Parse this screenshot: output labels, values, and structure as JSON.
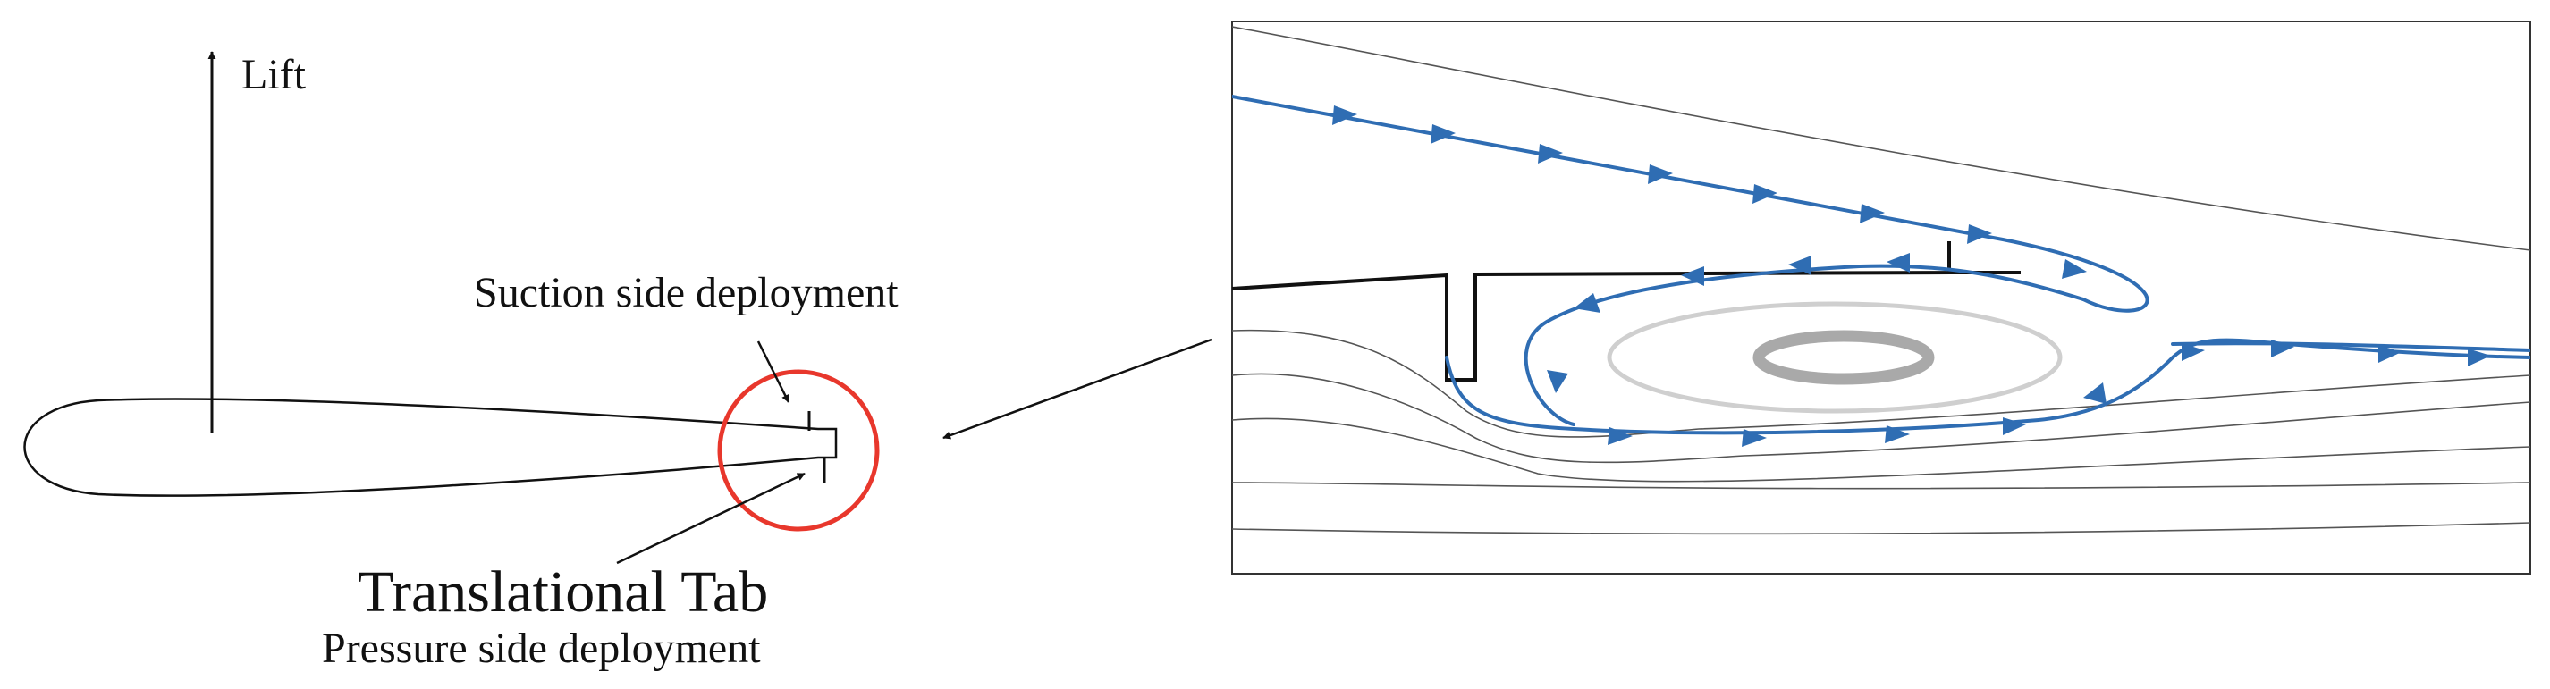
{
  "labels": {
    "lift": "Lift",
    "suction_side": "Suction side deployment",
    "tab_name": "Translational Tab",
    "pressure_side": "Pressure side deployment"
  },
  "colors": {
    "streamline_recirculation": "#2f6db3",
    "highlight_circle": "#e8372c",
    "outline": "#111111",
    "streamline_background": "#555555",
    "vortex_outer": "#cfcfcf",
    "vortex_core": "#a9a9a9"
  }
}
